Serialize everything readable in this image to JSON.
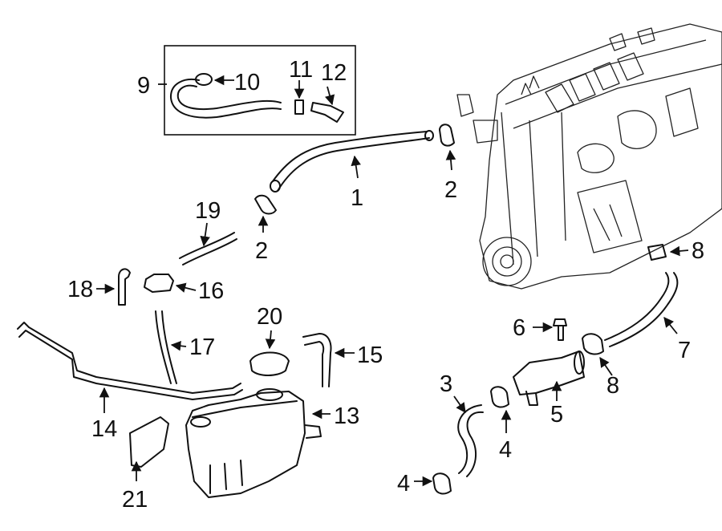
{
  "callouts": {
    "c1": "1",
    "c2a": "2",
    "c2b": "2",
    "c3": "3",
    "c4a": "4",
    "c4b": "4",
    "c5": "5",
    "c6": "6",
    "c7": "7",
    "c8a": "8",
    "c8b": "8",
    "c9": "9",
    "c10": "10",
    "c11": "11",
    "c12": "12",
    "c13": "13",
    "c14": "14",
    "c15": "15",
    "c16": "16",
    "c17": "17",
    "c18": "18",
    "c19": "19",
    "c20": "20",
    "c21": "21"
  }
}
